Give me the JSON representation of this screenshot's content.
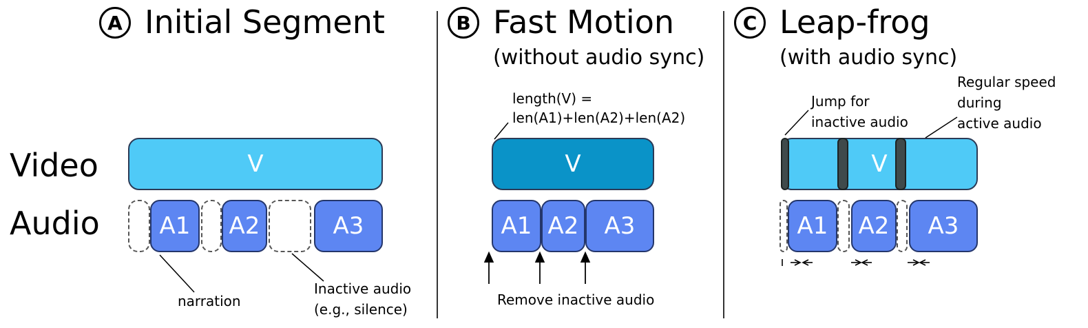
{
  "panels": [
    {
      "letter": "A",
      "title": "Initial Segment",
      "subtitle": ""
    },
    {
      "letter": "B",
      "title": "Fast Motion",
      "subtitle": "(without audio sync)"
    },
    {
      "letter": "C",
      "title": "Leap-frog",
      "subtitle": "(with audio sync)"
    }
  ],
  "row_labels": {
    "video": "Video",
    "audio": "Audio"
  },
  "panel_a": {
    "video": "V",
    "audio": [
      "A1",
      "A2",
      "A3"
    ],
    "note_narration": "narration",
    "note_inactive_line1": "Inactive audio",
    "note_inactive_line2": "(e.g., silence)"
  },
  "panel_b": {
    "video": "V",
    "audio": [
      "A1",
      "A2",
      "A3"
    ],
    "length_line1": "length(V) =",
    "length_line2": "len(A1)+len(A2)+len(A2)",
    "note_remove": "Remove inactive audio"
  },
  "panel_c": {
    "video": "V",
    "audio": [
      "A1",
      "A2",
      "A3"
    ],
    "note_jump_line1": "Jump for",
    "note_jump_line2": "inactive audio",
    "note_regular_line1": "Regular speed",
    "note_regular_line2": "during",
    "note_regular_line3": "active audio"
  },
  "colors": {
    "video_light": "#4fcaf7",
    "video_dark": "#0a93c8",
    "audio": "#5d86f2",
    "jump_marker": "#3f4a4b"
  }
}
